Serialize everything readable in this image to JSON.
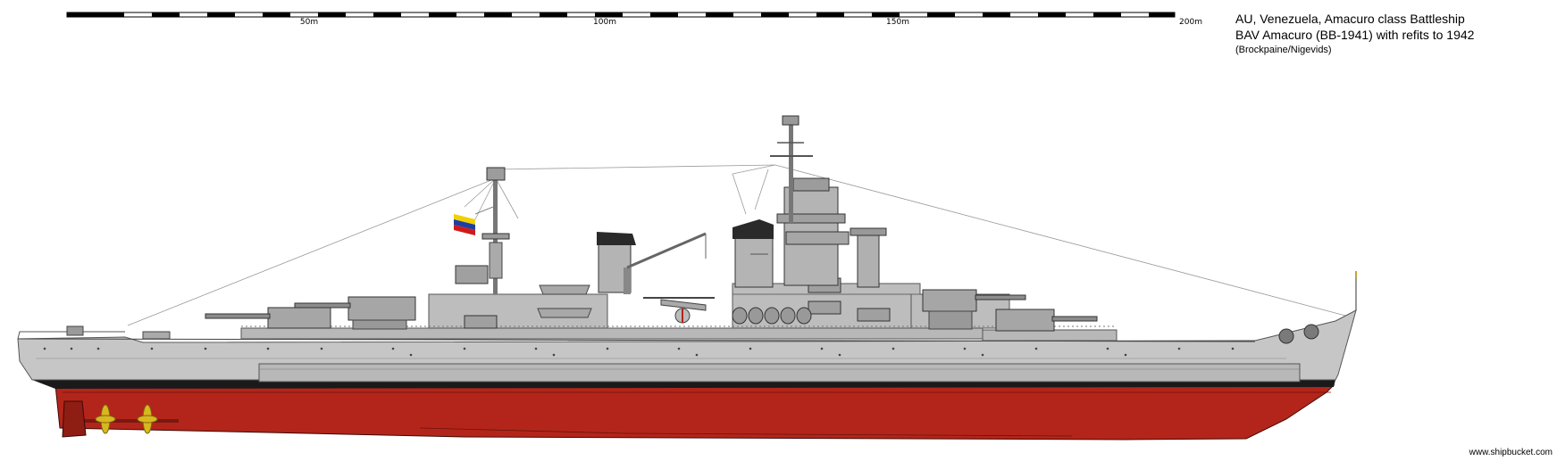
{
  "scale": {
    "labels": [
      "50m",
      "100m",
      "150m",
      "200m"
    ]
  },
  "title": {
    "line1": "AU, Venezuela, Amacuro class Battleship",
    "line2": "BAV Amacuro (BB-1941) with refits to 1942",
    "line3": "(Brockpaine/Nigevids)"
  },
  "credit": "www.shipbucket.com",
  "colors": {
    "hull_grey": "#c6c6c6",
    "superstructure_grey": "#b4b4b4",
    "turret_grey": "#a6a6a6",
    "boot_black": "#1a1a1a",
    "antifouling_red": "#b3251a",
    "propeller_gold": "#d9b81f",
    "funnel_cap": "#2a2a2a",
    "rigging": "#9a9a9a"
  },
  "flag": [
    "#f2d000",
    "#1d3fa5",
    "#cf1a1a"
  ]
}
